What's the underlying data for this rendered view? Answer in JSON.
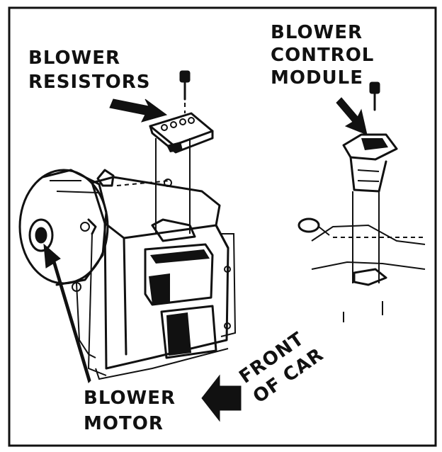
{
  "labels": {
    "blower_resistors": [
      "BLOWER",
      "RESISTORS"
    ],
    "blower_control_module": [
      "BLOWER",
      "CONTROL",
      "MODULE"
    ],
    "blower_motor": [
      "BLOWER",
      "MOTOR"
    ],
    "front_of_car": [
      "FRONT",
      "OF CAR"
    ]
  }
}
